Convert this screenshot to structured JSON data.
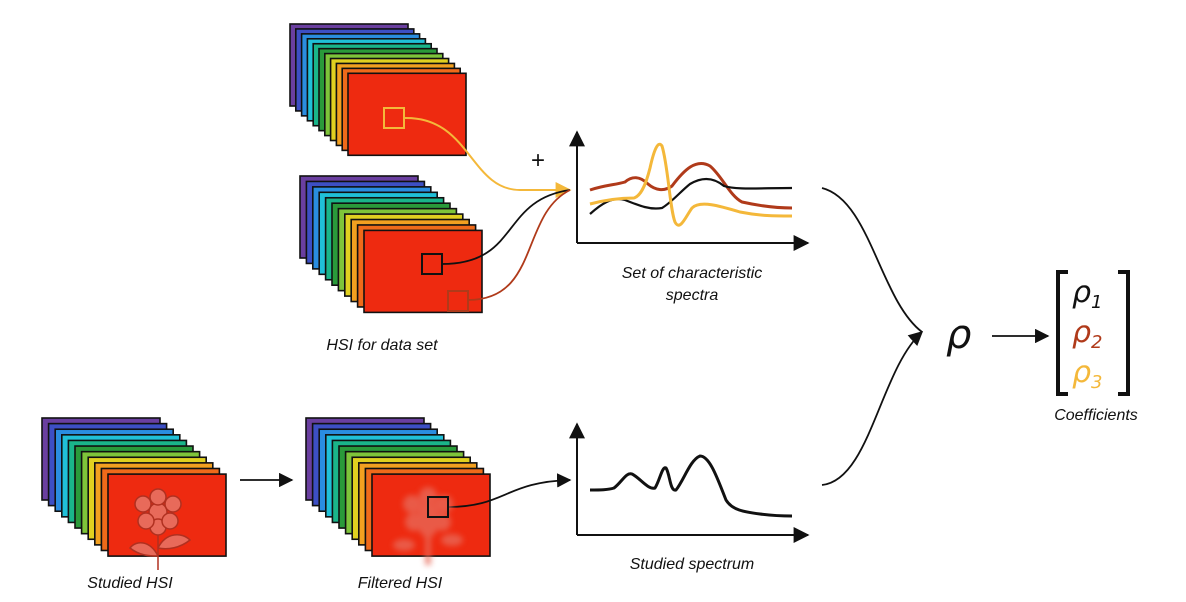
{
  "labels": {
    "hsi_dataset": "HSI for data set",
    "characteristic_line1": "Set of characteristic",
    "characteristic_line2": "spectra",
    "studied_hsi": "Studied HSI",
    "filtered_hsi": "Filtered HSI",
    "studied_spectrum": "Studied spectrum",
    "coefficients": "Coefficients",
    "plus": "+"
  },
  "rho": {
    "symbol": "ρ",
    "coef1": "1",
    "coef2": "2",
    "coef3": "3"
  },
  "band_colors": [
    "#6a3fa0",
    "#3d4fc4",
    "#2a8de0",
    "#20c0d8",
    "#1ab58a",
    "#2a9a3a",
    "#7ec43a",
    "#e0d020",
    "#f2a020",
    "#ef6a1a",
    "#ee2a10"
  ],
  "colors": {
    "front_frame": "#ff0000",
    "spectrum_black": "#111111",
    "spectrum_red": "#b03a1a",
    "spectrum_yellow": "#f4b83a",
    "coef1": "#111111",
    "coef2": "#b03a1a",
    "coef3": "#f4b83a",
    "flower": "#e86a5a"
  }
}
